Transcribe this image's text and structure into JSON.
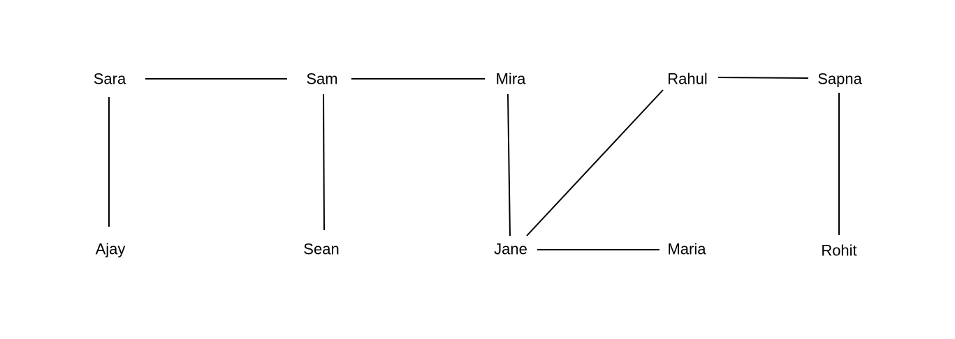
{
  "nodes": [
    {
      "id": "sara",
      "label": "Sara"
    },
    {
      "id": "sam",
      "label": "Sam"
    },
    {
      "id": "mira",
      "label": "Mira"
    },
    {
      "id": "rahul",
      "label": "Rahul"
    },
    {
      "id": "sapna",
      "label": "Sapna"
    },
    {
      "id": "ajay",
      "label": "Ajay"
    },
    {
      "id": "sean",
      "label": "Sean"
    },
    {
      "id": "jane",
      "label": "Jane"
    },
    {
      "id": "maria",
      "label": "Maria"
    },
    {
      "id": "rohit",
      "label": "Rohit"
    }
  ],
  "edges": [
    {
      "from": "sara",
      "to": "sam"
    },
    {
      "from": "sam",
      "to": "mira"
    },
    {
      "from": "rahul",
      "to": "sapna"
    },
    {
      "from": "sara",
      "to": "ajay"
    },
    {
      "from": "sam",
      "to": "sean"
    },
    {
      "from": "mira",
      "to": "jane"
    },
    {
      "from": "rahul",
      "to": "jane"
    },
    {
      "from": "jane",
      "to": "maria"
    },
    {
      "from": "sapna",
      "to": "rohit"
    }
  ]
}
